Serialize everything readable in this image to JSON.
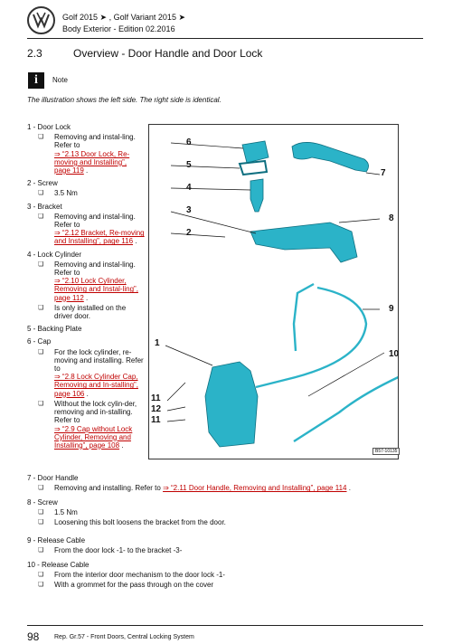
{
  "header": {
    "line1": "Golf 2015 ➤ , Golf Variant 2015 ➤",
    "line2": "Body Exterior - Edition 02.2016"
  },
  "section": {
    "number": "2.3",
    "title": "Overview - Door Handle and Door Lock"
  },
  "note": {
    "label": "Note",
    "icon_letter": "i",
    "text": "The illustration shows the left side. The right side is identical."
  },
  "legend": [
    {
      "heading": "1 - Door Lock",
      "bullets": [
        {
          "text": "Removing and instal-ling. Refer to",
          "link": "⇒ “2.13 Door Lock, Re-moving and Installing”, page 119",
          "suffix": " ."
        }
      ]
    },
    {
      "heading": "2 - Screw",
      "bullets": [
        {
          "text": "3.5 Nm"
        }
      ]
    },
    {
      "heading": "3 - Bracket",
      "bullets": [
        {
          "text": "Removing and instal-ling. Refer to",
          "link": "⇒ “2.12 Bracket, Re-moving and Installing”, page 116",
          "suffix": " ."
        }
      ]
    },
    {
      "heading": "4 - Lock Cylinder",
      "bullets": [
        {
          "text": "Removing and instal-ling. Refer to",
          "link": "⇒ “2.10 Lock Cylinder, Removing and Instal-ling”, page 112",
          "suffix": " ."
        },
        {
          "text": "Is only installed on the driver door."
        }
      ]
    },
    {
      "heading": "5 - Backing Plate",
      "bullets": []
    },
    {
      "heading": "6 - Cap",
      "bullets": [
        {
          "text": "For the lock cylinder, re-moving and installing. Refer to",
          "link": "⇒ “2.8 Lock Cylinder Cap, Removing and In-stalling”, page 106",
          "suffix": " ."
        },
        {
          "text": "Without the lock cylin-der, removing and in-stalling. Refer to",
          "link": "⇒ “2.9 Cap without Lock Cylinder, Removing and Installing”, page 108",
          "suffix": " ."
        }
      ]
    }
  ],
  "legend_wide": [
    {
      "heading": "7 - Door Handle",
      "bullets": [
        {
          "text": "Removing and installing. Refer to ",
          "link": "⇒ “2.11 Door Handle, Removing and Installing”, page 114",
          "suffix": " ."
        }
      ]
    },
    {
      "heading": "8 - Screw",
      "bullets": [
        {
          "text": "1.5 Nm"
        },
        {
          "text": "Loosening this bolt loosens the bracket from the door."
        }
      ]
    },
    {
      "heading": "9 - Release Cable",
      "bullets": [
        {
          "text": "From the door lock -1- to the bracket -3-"
        }
      ]
    },
    {
      "heading": "10 - Release Cable",
      "bullets": [
        {
          "text": "From the interior door mechanism to the door lock -1-"
        },
        {
          "text": "With a grommet for the pass through on the cover"
        }
      ]
    }
  ],
  "figure": {
    "callouts": [
      "6",
      "5",
      "4",
      "3",
      "2",
      "7",
      "8",
      "9",
      "10",
      "1",
      "11",
      "12",
      "11"
    ],
    "figure_id": "B57-10135",
    "part_color": "#2bb3c8"
  },
  "footer": {
    "page": "98",
    "text": "Rep. Gr.57 - Front Doors, Central Locking System"
  }
}
